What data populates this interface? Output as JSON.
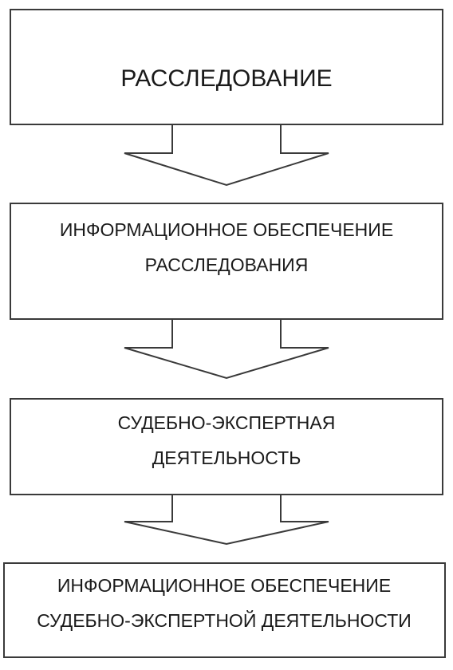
{
  "boxes": [
    {
      "lines": [
        "РАССЛЕДОВАНИЕ"
      ]
    },
    {
      "lines": [
        "ИНФОРМАЦИОННОЕ ОБЕСПЕЧЕНИЕ",
        "РАССЛЕДОВАНИЯ"
      ]
    },
    {
      "lines": [
        "СУДЕБНО-ЭКСПЕРТНАЯ",
        "ДЕЯТЕЛЬНОСТЬ"
      ]
    },
    {
      "lines": [
        "ИНФОРМАЦИОННОЕ ОБЕСПЕЧЕНИЕ",
        "СУДЕБНО-ЭКСПЕРТНОЙ ДЕЯТЕЛЬНОСТИ"
      ]
    }
  ],
  "colors": {
    "stroke": "#3a3a3a",
    "text": "#1a1a1a",
    "fill": "#ffffff"
  }
}
